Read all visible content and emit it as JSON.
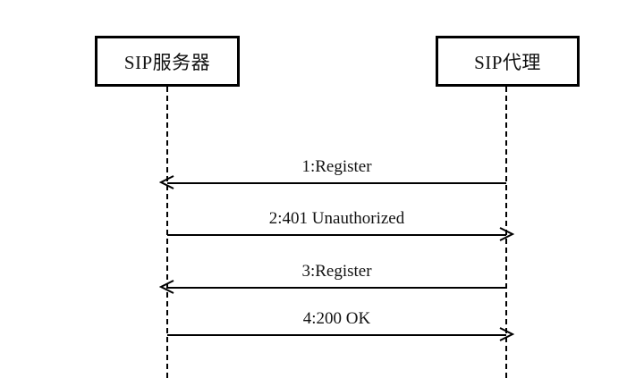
{
  "diagram": {
    "type": "uml-sequence-diagram",
    "background_color": "#ffffff",
    "line_color": "#000000",
    "text_color": "#111111",
    "participants": [
      {
        "id": "sip-server",
        "label": "SIP服务器"
      },
      {
        "id": "sip-proxy",
        "label": "SIP代理"
      }
    ],
    "messages": [
      {
        "seq": "1",
        "label": "1:Register",
        "from": "sip-proxy",
        "to": "sip-server",
        "direction": "left"
      },
      {
        "seq": "2",
        "label": "2:401 Unauthorized",
        "from": "sip-server",
        "to": "sip-proxy",
        "direction": "right"
      },
      {
        "seq": "3",
        "label": "3:Register",
        "from": "sip-proxy",
        "to": "sip-server",
        "direction": "left"
      },
      {
        "seq": "4",
        "label": "4:200 OK",
        "from": "sip-server",
        "to": "sip-proxy",
        "direction": "right"
      }
    ]
  }
}
